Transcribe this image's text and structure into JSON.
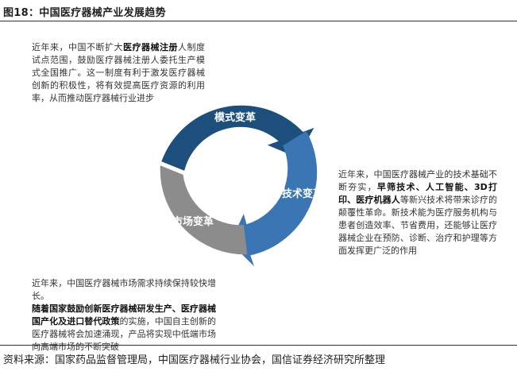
{
  "figure": {
    "title": "图18：中国医疗器械产业发展趋势"
  },
  "cycle": {
    "segments": [
      {
        "label": "模式变革",
        "color": "#1d4f7c"
      },
      {
        "label": "技术变革",
        "color": "#3a76b4"
      },
      {
        "label": "市场变革",
        "color": "#8c8c8c"
      }
    ]
  },
  "notes": {
    "mode": {
      "p1": "近年来，中国不断扩大",
      "b1": "医疗器械注册",
      "p2": "人制度试点范围，鼓励医疗器械注册人委托生产模式全国推广。这一制度有利于激发医疗器械创新的积极性，将有效提高医疗资源的利用率，从而推动医疗器械行业进步"
    },
    "tech": {
      "p1": "近年来，中国医疗器械产业的技术基础不断夯实，",
      "b1": "早筛技术、人工智能、3D打印、医疗机器人",
      "p2": "等新兴技术将带来诊疗的颠覆性革命。新技术能为医疗服务机构与患者创造效率、节省费用，还能够让医疗器械企业在预防、诊断、治疗和护理等方面发挥更广泛的作用"
    },
    "market": {
      "p1": "近年来，中国医疗器械市场需求持续保持较快增长。",
      "b1": "随着国家鼓励创新医疗器械研发生产、医疗器械国产化及进口替代政策",
      "p2": "的实施，中国自主创新的医疗器械将会加速涌现，产品将实现中低端市场向高端市场的不断突破"
    }
  },
  "source": {
    "text": "资料来源：国家药品监督管理局，中国医疗器械行业协会，国信证券经济研究所整理"
  }
}
